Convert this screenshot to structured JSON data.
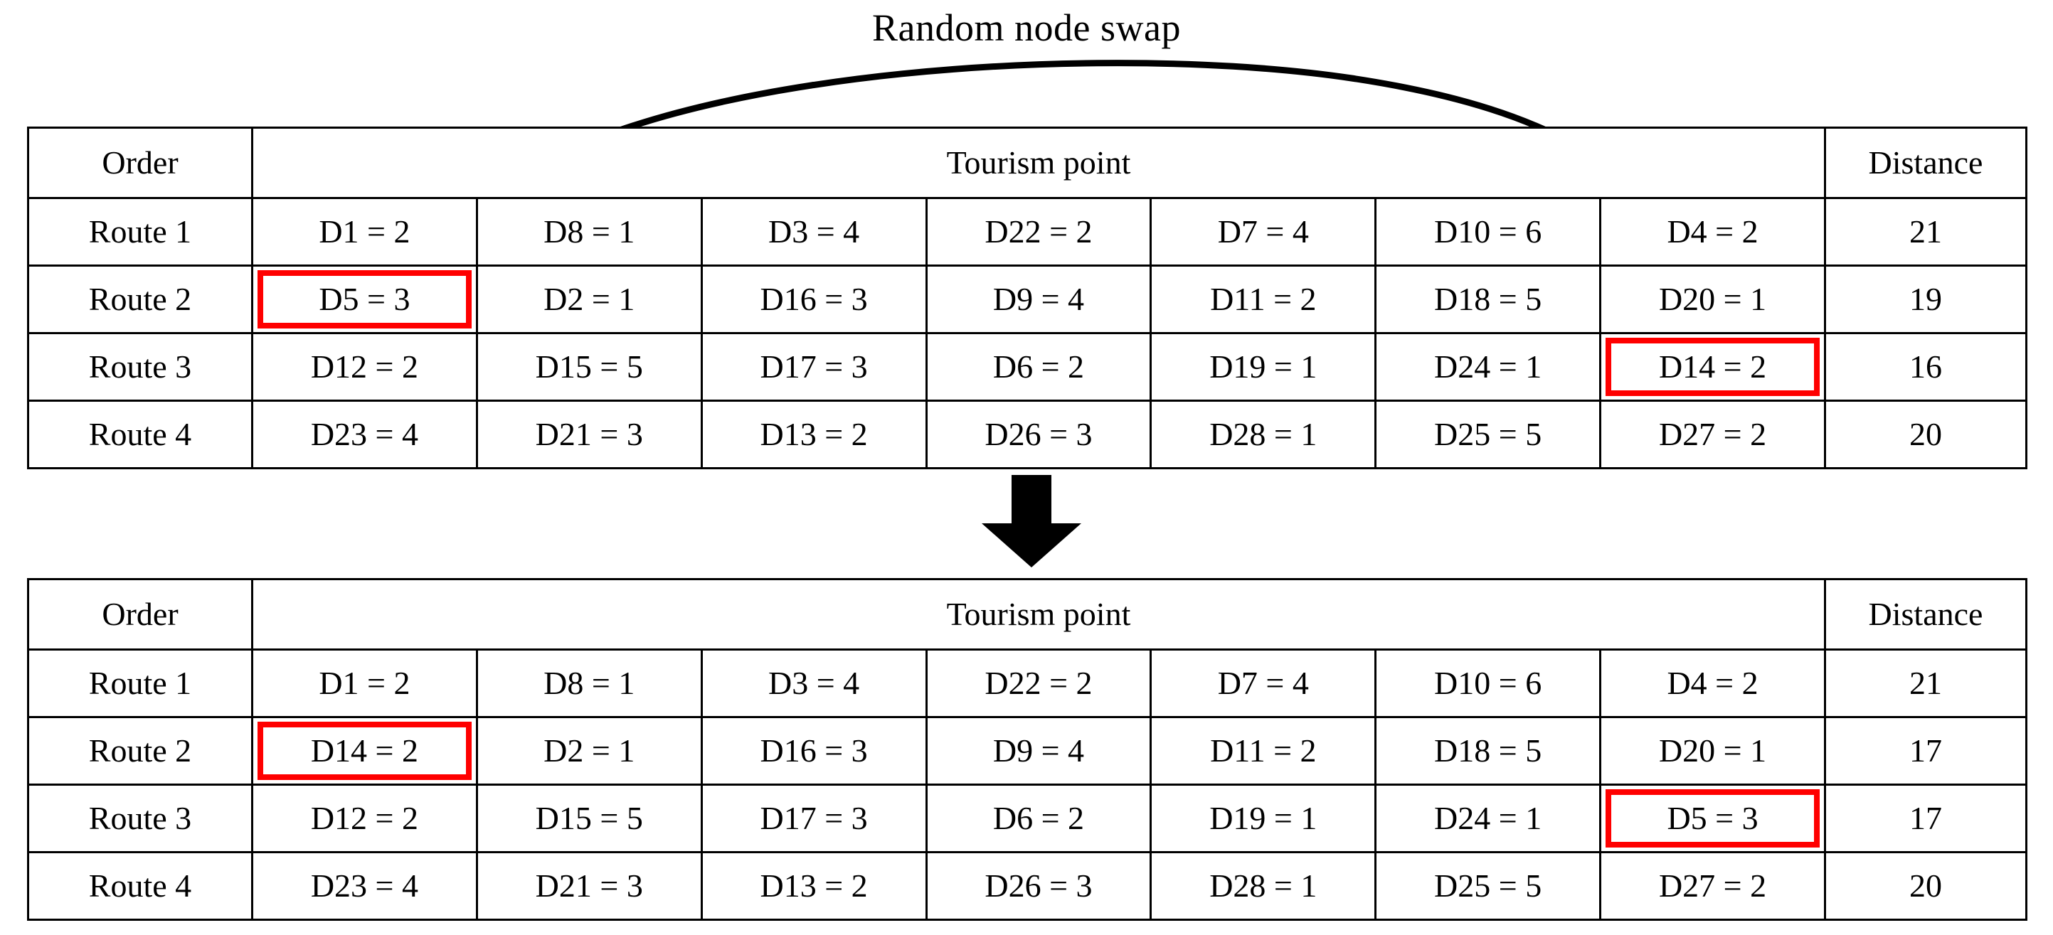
{
  "figure": {
    "title": "Random node swap",
    "down_arrow_icon": "down-arrow-icon",
    "swap_arrow_icon": "curved-swap-arrow-icon",
    "highlight_color": "#ff0000",
    "line_color": "#000000",
    "background_color": "#ffffff"
  },
  "tables": [
    {
      "id": "before",
      "headers": {
        "order": "Order",
        "tourism_point": "Tourism point",
        "distance": "Distance"
      },
      "rows": [
        {
          "order": "Route 1",
          "points": [
            "D1 = 2",
            "D8 = 1",
            "D3 = 4",
            "D22 = 2",
            "D7 = 4",
            "D10 = 6",
            "D4 = 2"
          ],
          "distance": "21",
          "highlight_index": -1
        },
        {
          "order": "Route 2",
          "points": [
            "D5 = 3",
            "D2 = 1",
            "D16 = 3",
            "D9 = 4",
            "D11 = 2",
            "D18 = 5",
            "D20 = 1"
          ],
          "distance": "19",
          "highlight_index": 0
        },
        {
          "order": "Route 3",
          "points": [
            "D12 = 2",
            "D15 = 5",
            "D17 = 3",
            "D6 = 2",
            "D19 = 1",
            "D24 = 1",
            "D14 = 2"
          ],
          "distance": "16",
          "highlight_index": 6
        },
        {
          "order": "Route 4",
          "points": [
            "D23 = 4",
            "D21 = 3",
            "D13 = 2",
            "D26 = 3",
            "D28 = 1",
            "D25 = 5",
            "D27 = 2"
          ],
          "distance": "20",
          "highlight_index": -1
        }
      ]
    },
    {
      "id": "after",
      "headers": {
        "order": "Order",
        "tourism_point": "Tourism point",
        "distance": "Distance"
      },
      "rows": [
        {
          "order": "Route 1",
          "points": [
            "D1 = 2",
            "D8 = 1",
            "D3 = 4",
            "D22 = 2",
            "D7 = 4",
            "D10 = 6",
            "D4 = 2"
          ],
          "distance": "21",
          "highlight_index": -1
        },
        {
          "order": "Route 2",
          "points": [
            "D14 = 2",
            "D2 = 1",
            "D16 = 3",
            "D9 = 4",
            "D11 = 2",
            "D18 = 5",
            "D20 = 1"
          ],
          "distance": "17",
          "highlight_index": 0
        },
        {
          "order": "Route 3",
          "points": [
            "D12 = 2",
            "D15 = 5",
            "D17 = 3",
            "D6 = 2",
            "D19 = 1",
            "D24 = 1",
            "D5 = 3"
          ],
          "distance": "17",
          "highlight_index": 6
        },
        {
          "order": "Route 4",
          "points": [
            "D23 = 4",
            "D21 = 3",
            "D13 = 2",
            "D26 = 3",
            "D28 = 1",
            "D25 = 5",
            "D27 = 2"
          ],
          "distance": "20",
          "highlight_index": -1
        }
      ]
    }
  ]
}
